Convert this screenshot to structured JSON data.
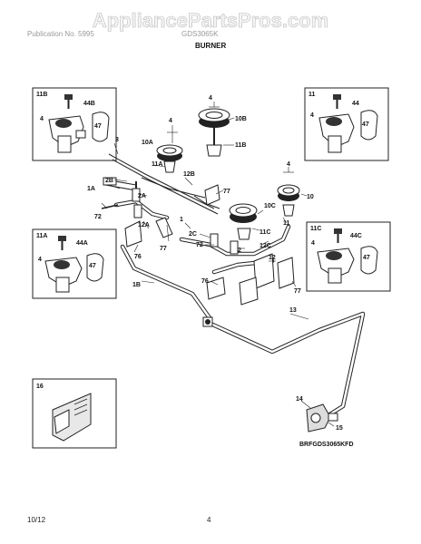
{
  "watermark": "AppliancePartsPros.com",
  "header": {
    "left": "Publication No. 5995",
    "right": "GDS3065K",
    "section_title": "BURNER"
  },
  "footer": {
    "date": "10/12",
    "page": "4"
  },
  "diagram_code": "BRFGDS3065KFD",
  "callouts": {
    "c11B": "11B",
    "c44B": "44B",
    "c4_11B": "4",
    "c47_11B": "47",
    "c11": "11",
    "c44": "44",
    "c4_11": "4",
    "c47_11": "47",
    "c11A": "11A",
    "c44A": "44A",
    "c4_11A": "4",
    "c47_11A": "47",
    "c11C": "11C",
    "c44C": "44C",
    "c4_11C": "4",
    "c47_11C": "47",
    "c16": "16",
    "c4_top": "4",
    "c10B": "10B",
    "c11B_main": "11B",
    "c4_upper": "4",
    "c3": "3",
    "c10A": "10A",
    "c11A_main": "11A",
    "c2B": "2B",
    "c1A": "1A",
    "c2A": "2A",
    "c72_left": "72",
    "c12B": "12B",
    "c77_upper": "77",
    "c4_right": "4",
    "c10C": "10C",
    "c10": "10",
    "c12A": "12A",
    "c77_mid": "77",
    "c1": "1",
    "c2C": "2C",
    "c72_mid": "72",
    "c2": "2",
    "c11C_main": "11C",
    "c11_main": "11",
    "c12C": "12C",
    "c12": "12",
    "c76_left": "76",
    "c76_mid": "76",
    "c1B": "1B",
    "c77_right": "77",
    "c13": "13",
    "c14": "14",
    "c15": "15"
  }
}
